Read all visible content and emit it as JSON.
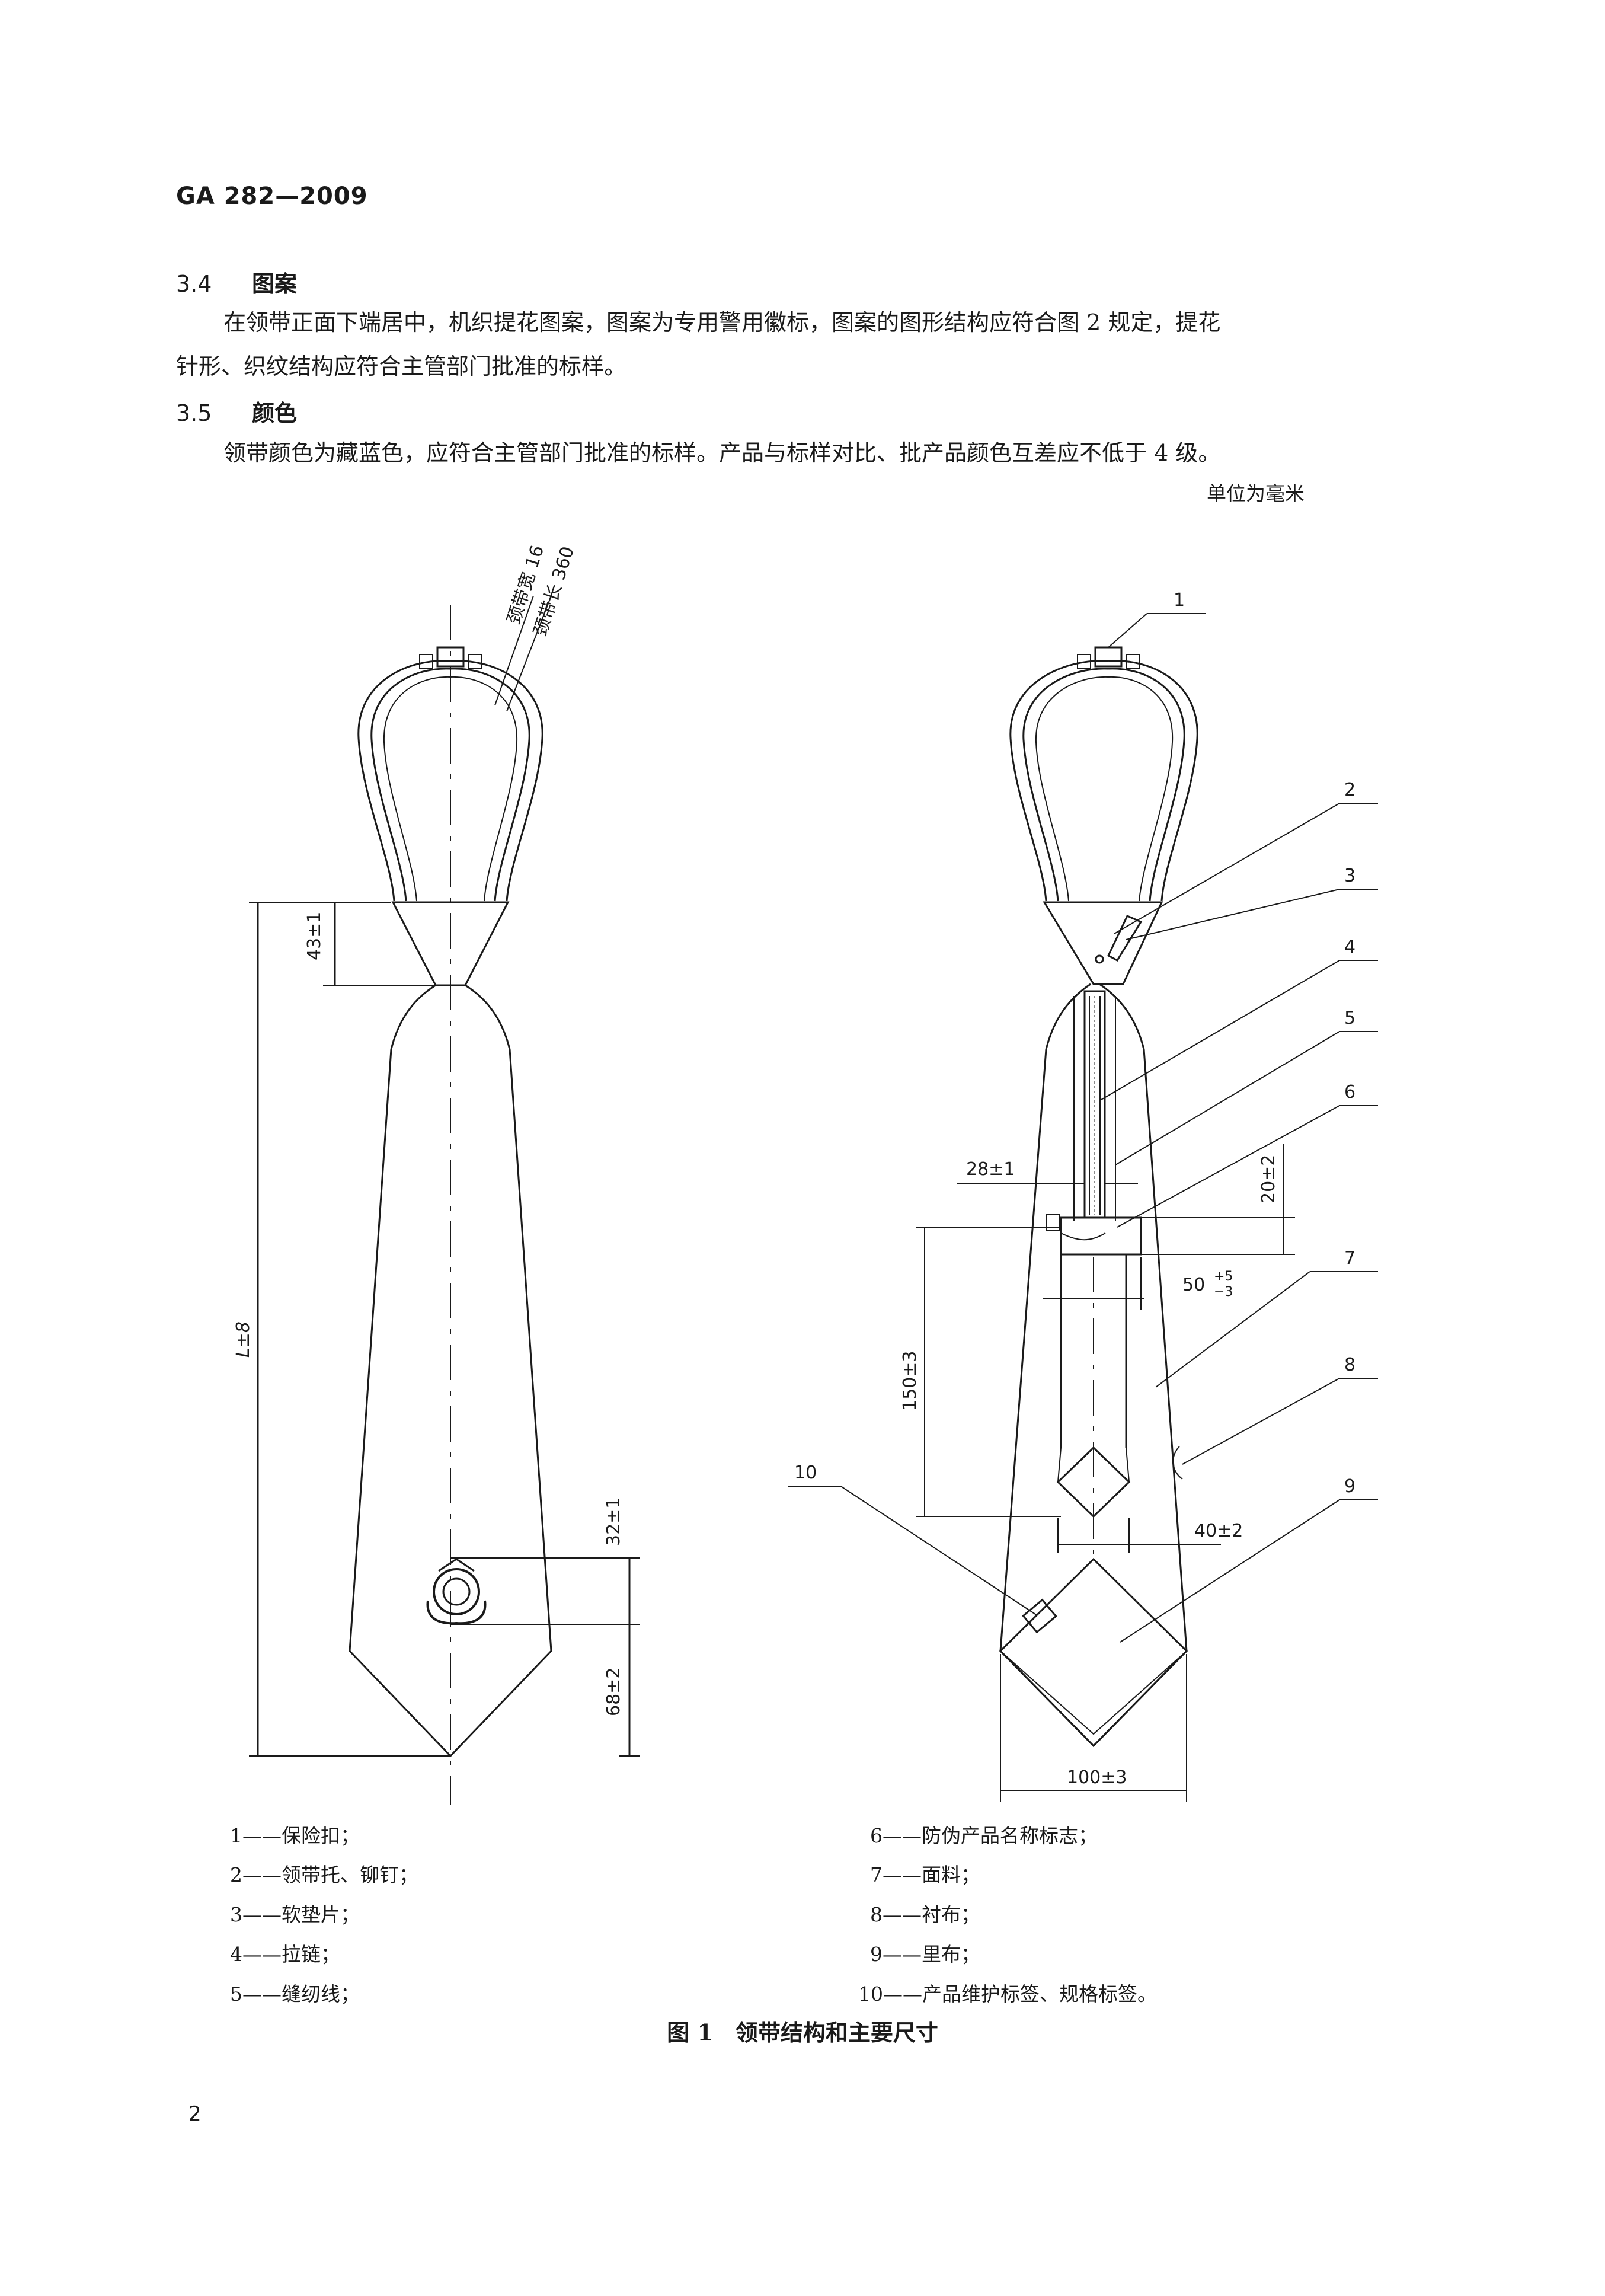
{
  "header": {
    "standard_code": "GA 282—2009"
  },
  "sections": [
    {
      "number": "3.4",
      "title": "图案",
      "lines": [
        "在领带正面下端居中，机织提花图案，图案为专用警用徽标，图案的图形结构应符合图 2 规定，提花",
        "针形、织纹结构应符合主管部门批准的标样。"
      ]
    },
    {
      "number": "3.5",
      "title": "颜色",
      "lines": [
        "领带颜色为藏蓝色，应符合主管部门批准的标样。产品与标样对比、批产品颜色互差应不低于 4 级。"
      ]
    }
  ],
  "unit_note": "单位为毫米",
  "figure": {
    "left_view": {
      "band_width_label": "颈带宽 16",
      "band_length_label": "颈带长 360",
      "dim_knot": "43±1",
      "dim_length": "L±8",
      "dim_emblem_height": "32±1",
      "dim_tip": "68±2"
    },
    "right_view": {
      "callouts": [
        "1",
        "2",
        "3",
        "4",
        "5",
        "6",
        "7",
        "8",
        "9",
        "10"
      ],
      "dim_zipper_width": "28±1",
      "dim_label_height": "20±2",
      "dim_label_width": "50",
      "dim_label_width_tol_upper": "+5",
      "dim_label_width_tol_lower": "−3",
      "dim_keeper_length": "150±3",
      "dim_keeper_width": "40±2",
      "dim_bottom_width": "100±3"
    }
  },
  "legend_left": [
    "1——保险扣；",
    "2——领带托、铆钉；",
    "3——软垫片；",
    "4——拉链；",
    "5——缝纫线；"
  ],
  "legend_right": [
    "6——防伪产品名称标志；",
    "7——面料；",
    "8——衬布；",
    "9——里布；",
    "10——产品维护标签、规格标签。"
  ],
  "caption": "图 1　领带结构和主要尺寸",
  "page_number": "2"
}
